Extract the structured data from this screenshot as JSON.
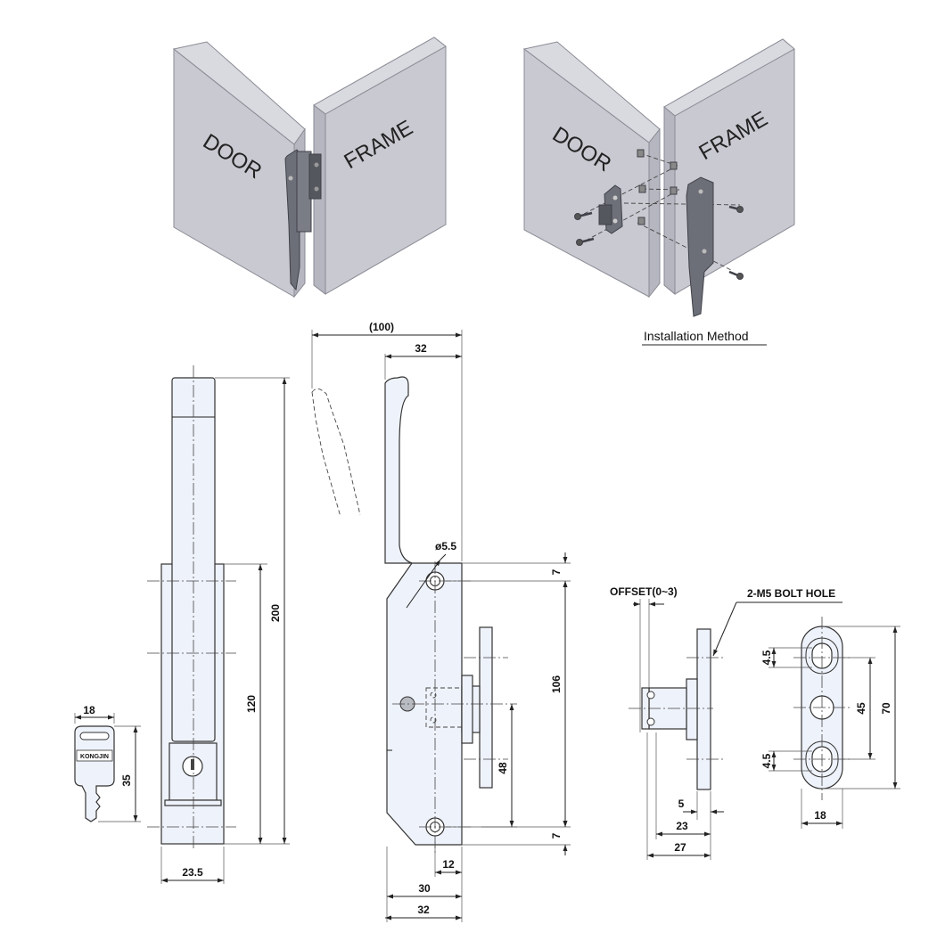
{
  "illustrations": {
    "left": {
      "door_label": "DOOR",
      "frame_label": "FRAME"
    },
    "right": {
      "door_label": "DOOR",
      "frame_label": "FRAME",
      "caption": "Installation Method"
    }
  },
  "front_view": {
    "dim_width": "23.5",
    "dim_height": "200",
    "dim_base": "120"
  },
  "key_view": {
    "dim_width": "18",
    "dim_height": "35",
    "brand": "KONGJIN"
  },
  "side_view": {
    "dim_swing": "(100)",
    "dim_top": "32",
    "dim_hole": "ø5.5",
    "dim_offset_top": "7",
    "dim_span": "106",
    "dim_offset_bottom": "7",
    "dim_catch_height": "48",
    "dim_catch_depth": "12",
    "dim_body": "30",
    "dim_overall": "32"
  },
  "catch_side_view": {
    "offset_label": "OFFSET(0~3)",
    "dim_plate": "5",
    "dim_projection": "23",
    "dim_overall": "27"
  },
  "catch_front_view": {
    "bolt_label": "2-M5 BOLT HOLE",
    "dim_slot_top": "4.5",
    "dim_slot_bottom": "4.5",
    "dim_pitch": "45",
    "dim_length": "70",
    "dim_width": "18"
  }
}
